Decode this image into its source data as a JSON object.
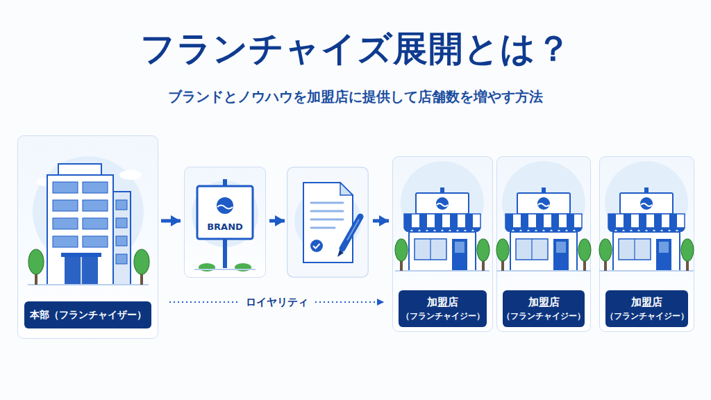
{
  "diagram": {
    "title": "フランチャイズ展開とは？",
    "nodes": [
      {
        "text": [
          "本部（フランチャイザー）"
        ]
      },
      {
        "text": [
          "BRAND"
        ]
      },
      {
        "text": [
          "加盟店 （フランチャイジー）"
        ]
      },
      {
        "text": [
          "加盟店 （フランチャイジー）"
        ]
      },
      {
        "text": [
          "加盟店 （フランチャイジー）"
        ]
      }
    ],
    "edges": [
      {
        "from": 0,
        "to": 1,
        "arrow": "to"
      },
      {
        "from": 0,
        "to": 2,
        "arrow": "to",
        "label": "ロイヤリティ"
      }
    ],
    "labels": [
      "ブランドとノウハウを加盟店に提供して店舗数を増やす方法"
    ]
  }
}
